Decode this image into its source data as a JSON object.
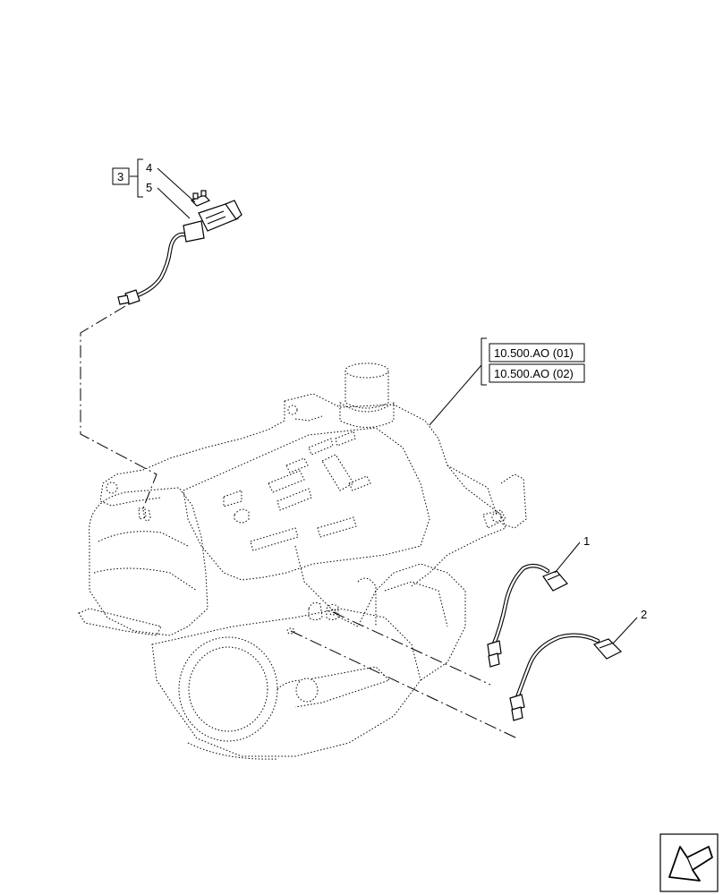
{
  "callouts": {
    "item_1": "1",
    "item_2": "2",
    "item_3": "3",
    "item_4": "4",
    "item_5": "5"
  },
  "references": {
    "ref_1": "10.500.AO (01)",
    "ref_2": "10.500.AO (02)"
  },
  "icons": {
    "nav": "arrow-left-down-icon"
  }
}
